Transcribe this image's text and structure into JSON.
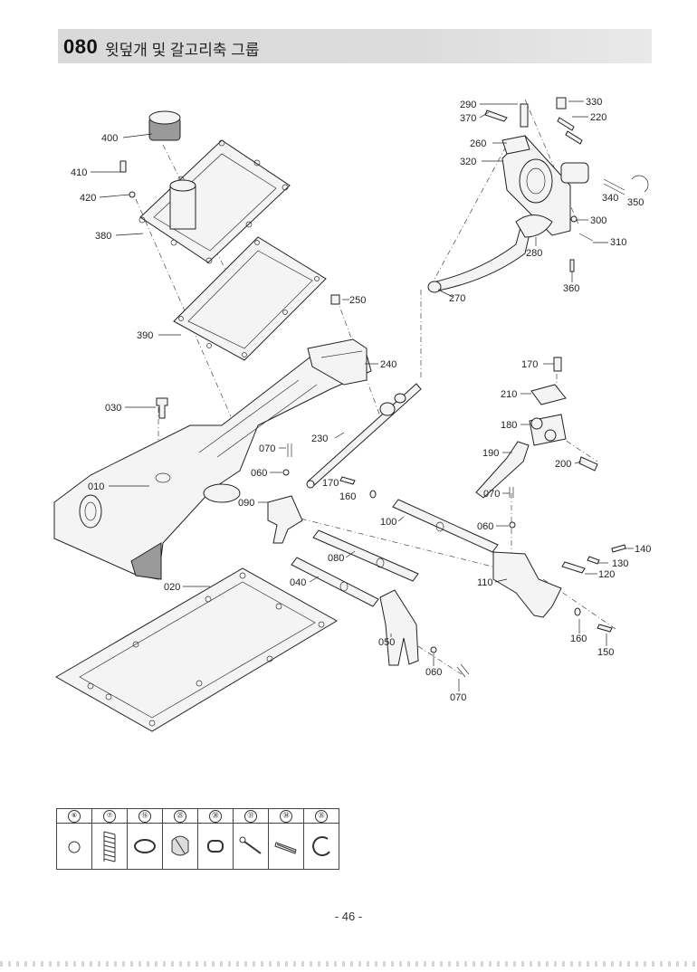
{
  "header": {
    "code": "080",
    "title": "윗덮개 및 갈고리축 그룹"
  },
  "callouts": {
    "c290": "290",
    "c330": "330",
    "c370": "370",
    "c220": "220",
    "c260": "260",
    "c320": "320",
    "c340": "340",
    "c350": "350",
    "c300": "300",
    "c310": "310",
    "c280": "280",
    "c360": "360",
    "c270": "270",
    "c400": "400",
    "c410": "410",
    "c420": "420",
    "c380": "380",
    "c390": "390",
    "c250": "250",
    "c240": "240",
    "c030": "030",
    "c230": "230",
    "c070a": "070",
    "c060a": "060",
    "c010": "010",
    "c170a": "170",
    "c160a": "160",
    "c090": "090",
    "c170b": "170",
    "c210": "210",
    "c180": "180",
    "c190": "190",
    "c200": "200",
    "c070b": "070",
    "c060b": "060",
    "c100": "100",
    "c080": "080",
    "c040": "040",
    "c020": "020",
    "c110": "110",
    "c140": "140",
    "c130": "130",
    "c120": "120",
    "c160b": "160",
    "c150": "150",
    "c050": "050",
    "c060c": "060",
    "c070c": "070"
  },
  "legend": [
    {
      "key": "⑥",
      "part": "ball"
    },
    {
      "key": "⑦",
      "part": "spring"
    },
    {
      "key": "⑯",
      "part": "o-ring"
    },
    {
      "key": "㉕",
      "part": "plug"
    },
    {
      "key": "㉚",
      "part": "washer"
    },
    {
      "key": "㉛",
      "part": "split-pin"
    },
    {
      "key": "㉞",
      "part": "spring-pin"
    },
    {
      "key": "㉟",
      "part": "snap-ring"
    }
  ],
  "page_number": "- 46 -"
}
